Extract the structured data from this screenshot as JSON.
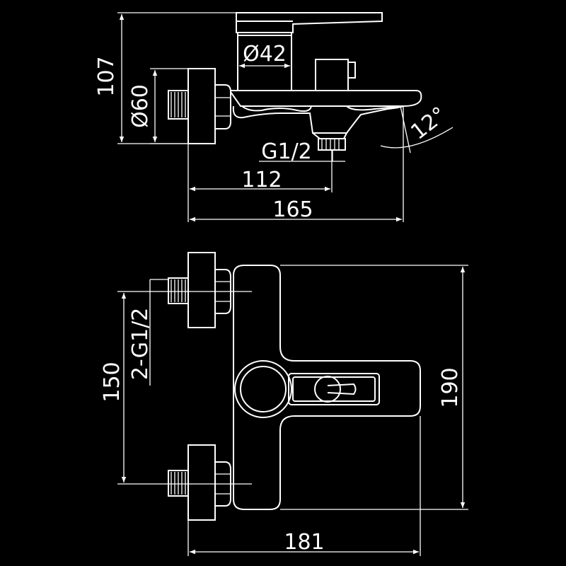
{
  "side_view": {
    "height_label": "107",
    "body_diameter_label": "Ø60",
    "handle_diameter_label": "Ø42",
    "outlet_thread_label": "G1/2",
    "outlet_distance_label": "112",
    "depth_label": "165",
    "angle_label": "12°"
  },
  "front_view": {
    "inlet_spacing_label": "150",
    "inlet_thread_label": "2-G1/2",
    "height_label": "190",
    "width_label": "181"
  },
  "colors": {
    "background": "#000000",
    "lines": "#ffffff"
  }
}
